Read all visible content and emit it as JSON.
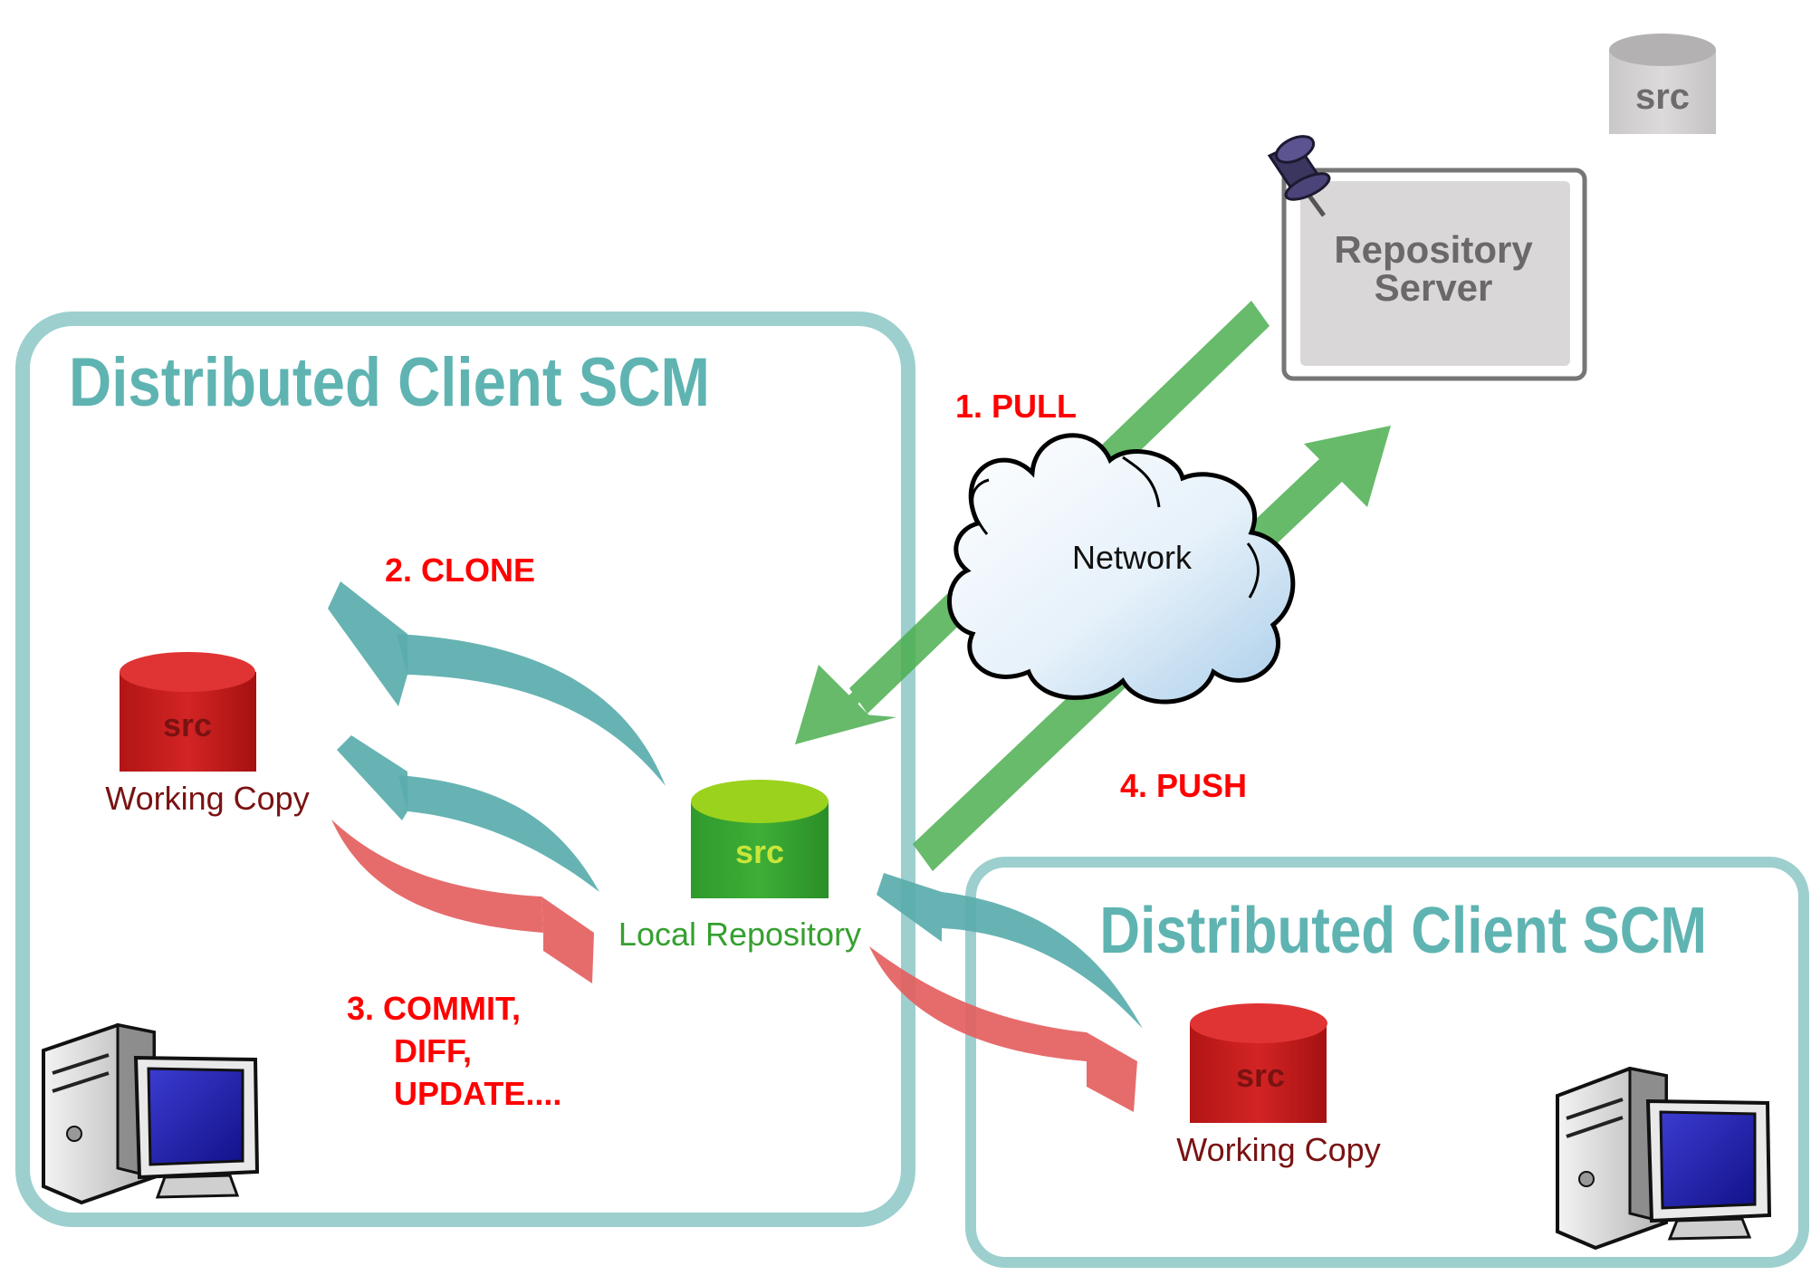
{
  "server": {
    "top_src_label": "src",
    "title_line1": "Repository",
    "title_line2": "Server"
  },
  "client_left": {
    "title": "Distributed Client SCM",
    "working_copy": {
      "db_label": "src",
      "caption": "Working Copy"
    },
    "local_repo": {
      "db_label": "src",
      "caption": "Local Repository"
    }
  },
  "client_right": {
    "title": "Distributed Client SCM",
    "working_copy": {
      "db_label": "src",
      "caption": "Working Copy"
    }
  },
  "network": {
    "label": "Network"
  },
  "steps": {
    "pull": "1. PULL",
    "clone": "2. CLONE",
    "commit_line1": "3. COMMIT,",
    "commit_line2": "DIFF,",
    "commit_line3": "UPDATE....",
    "push": "4. PUSH"
  },
  "colors": {
    "client_border": "#9ccfce",
    "client_title": "#5fb4b2",
    "green_arrow": "#4caf50",
    "teal_arrow": "#5aadad",
    "red_arrow": "#e46060",
    "step_label": "#ff0000",
    "working_copy_db": "#c51c1c",
    "local_repo_db": "#36a030",
    "server_box": "#d6d4d4"
  }
}
